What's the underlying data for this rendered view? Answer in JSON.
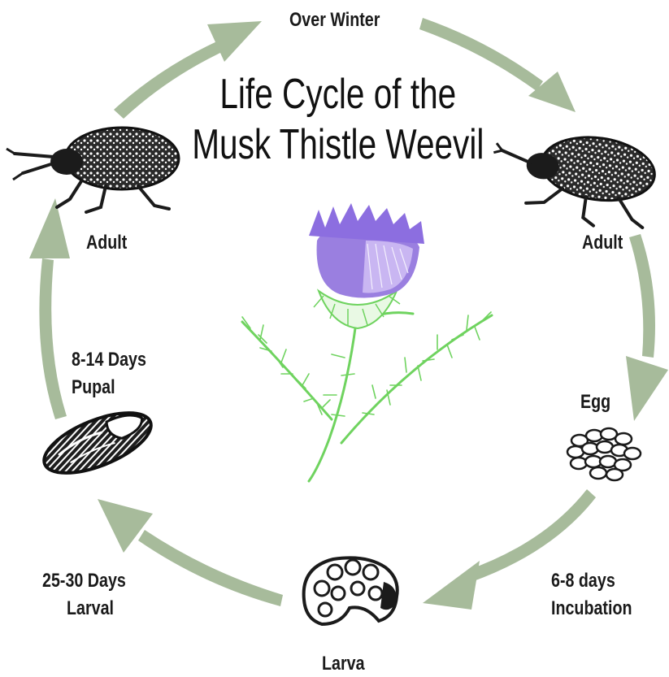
{
  "title": {
    "line1": "Life Cycle of the",
    "line2": "Musk Thistle Weevil"
  },
  "stages": {
    "over_winter": "Over Winter",
    "adult_right": "Adult",
    "egg": "Egg",
    "incubation_duration": "6-8 days",
    "incubation_label": "Incubation",
    "larva": "Larva",
    "larval_duration": "25-30 Days",
    "larval_label": "Larval",
    "pupal_duration": "8-14 Days",
    "pupal_label": "Pupal",
    "adult_left": "Adult"
  },
  "colors": {
    "arrow": "#a7bb9b",
    "flower_head": "#9a7fe0",
    "stem": "#6fd35f",
    "insect": "#1b1b1b"
  },
  "icons": {
    "center": "thistle-flower-icon",
    "adult": "weevil-adult-icon",
    "egg": "egg-cluster-icon",
    "larva": "larva-icon",
    "pupa": "pupa-icon"
  }
}
